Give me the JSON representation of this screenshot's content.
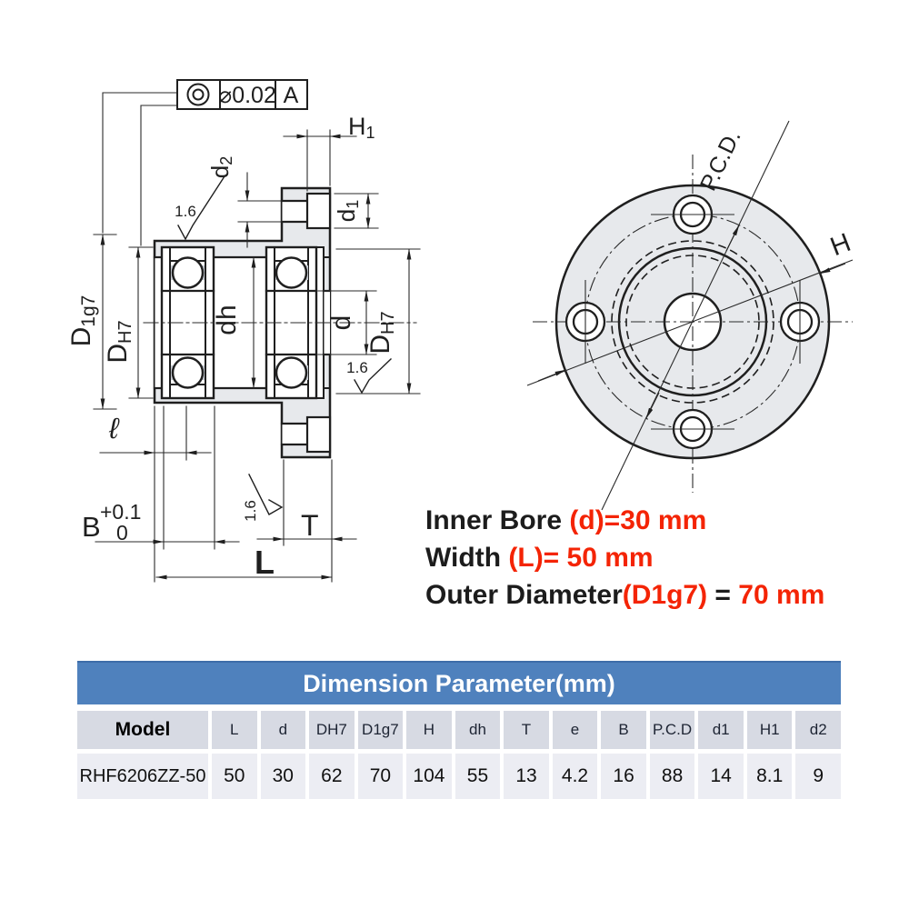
{
  "drawing": {
    "colors": {
      "fill_gray": "#e7e9ec",
      "line": "#1f1f1f",
      "accent_cyan": "#1aace3",
      "red": "#f42405",
      "table_blue": "#4f81bd"
    },
    "tolerance_frame": {
      "symbol": "concentricity",
      "value": "⌀0.02",
      "datum": "A"
    },
    "labels": {
      "h1": "H",
      "h1_sub": "1",
      "d2": "d",
      "d2_sub": "2",
      "d1": "d",
      "d1_sub": "1",
      "roughness_top": "1.6",
      "roughness_right": "1.6",
      "roughness_bottom": "1.6",
      "d1g7": "D",
      "d1g7_sub": "1g7",
      "dh7_left": "D",
      "dh7_left_sub": "H7",
      "dh7_right": "D",
      "dh7_right_sub": "H7",
      "bore_dh": "dh",
      "bore_d": "d",
      "ell": "ℓ",
      "b": "B",
      "b_tol_upper": "+0.1",
      "b_tol_lower": "0",
      "t": "T",
      "l": "L",
      "pcd": "P.C.D.",
      "h": "H"
    }
  },
  "annotations": {
    "line1": {
      "black": "Inner Bore ",
      "red": "(d)=30 mm"
    },
    "line2": {
      "black": "Width ",
      "red": "(L)= 50 mm"
    },
    "line3": {
      "black": "Outer Diameter",
      "red": "(D1g7)",
      "black2": " = ",
      "red2": "70 mm"
    }
  },
  "table": {
    "title": "Dimension Parameter(mm)",
    "columns": [
      "Model",
      "L",
      "d",
      "DH7",
      "D1g7",
      "H",
      "dh",
      "T",
      "e",
      "B",
      "P.C.D",
      "d1",
      "H1",
      "d2"
    ],
    "row": [
      "RHF6206ZZ-50",
      "50",
      "30",
      "62",
      "70",
      "104",
      "55",
      "13",
      "4.2",
      "16",
      "88",
      "14",
      "8.1",
      "9"
    ]
  }
}
